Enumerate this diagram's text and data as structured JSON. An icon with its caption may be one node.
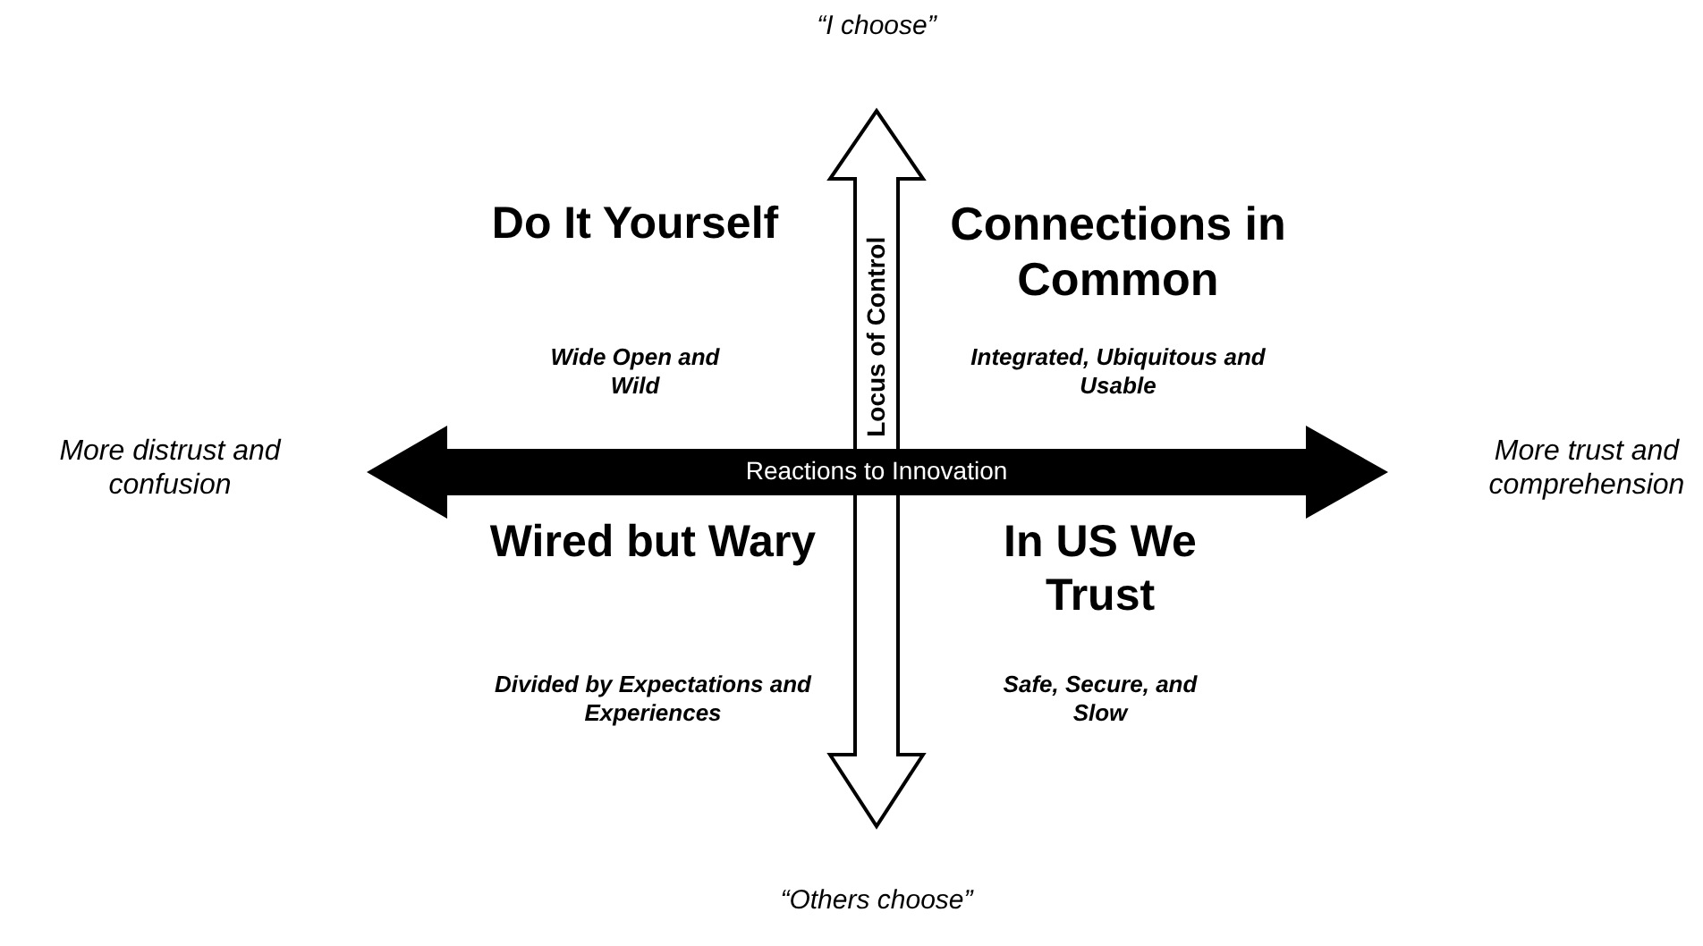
{
  "diagram": {
    "labels": [
      "“I choose”",
      "Do It Yourself",
      "Connections in Common",
      "Locus of Control",
      "Wide Open and Wild",
      "Integrated, Ubiquitous and Usable",
      "More distrust and confusion",
      "Reactions to Innovation",
      "More trust and comprehension",
      "Wired but Wary",
      "In US We Trust",
      "Divided by Expectations and Experiences",
      "Safe, Secure, and Slow",
      "“Others choose”"
    ]
  }
}
